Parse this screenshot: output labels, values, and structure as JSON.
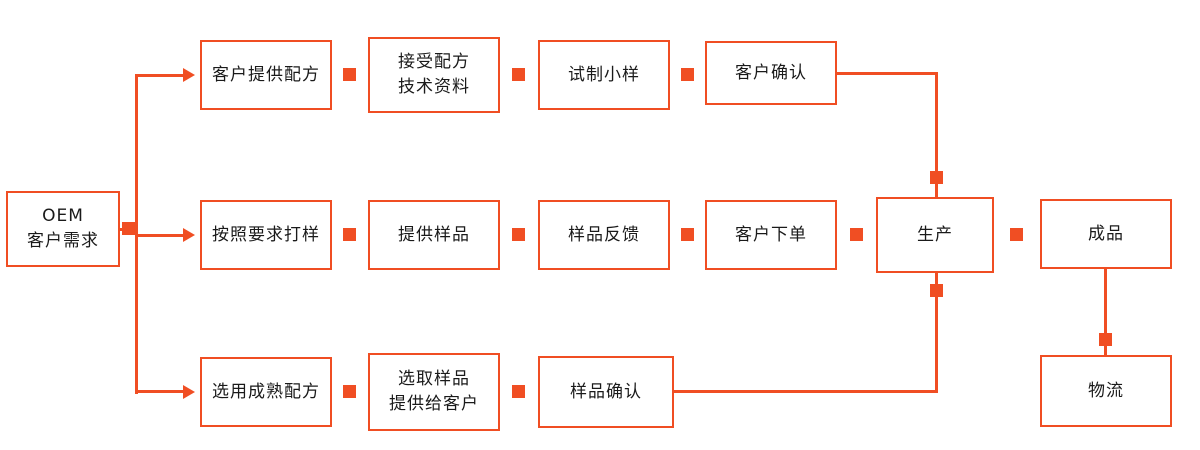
{
  "diagram": {
    "accent_color": "#F04E23",
    "text_color": "#1A1A1A",
    "nodes": {
      "oem": "OEM\n客户需求",
      "top1": "客户提供配方",
      "top2": "接受配方\n技术资料",
      "top3": "试制小样",
      "top4": "客户确认",
      "mid1": "按照要求打样",
      "mid2": "提供样品",
      "mid3": "样品反馈",
      "mid4": "客户下单",
      "mid5": "生产",
      "mid6": "成品",
      "bot1": "选用成熟配方",
      "bot2": "选取样品\n提供给客户",
      "bot3": "样品确认",
      "bot4": "物流"
    }
  }
}
